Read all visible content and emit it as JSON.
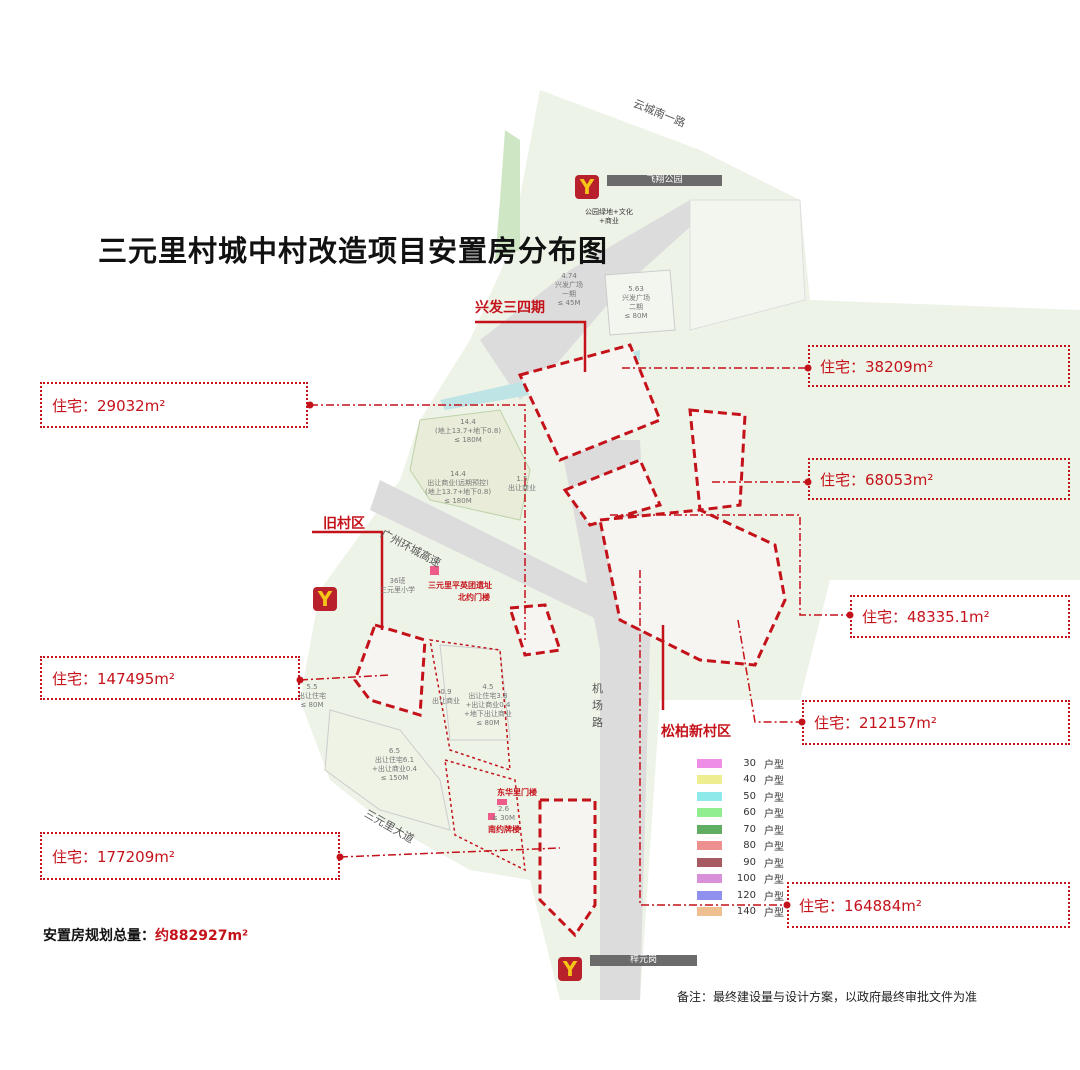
{
  "title": "三元里村城中村改造项目安置房分布图",
  "zones": {
    "xingfa": "兴发三四期",
    "old_village": "旧村区",
    "songbai": "松柏新村区"
  },
  "roads": {
    "yuncheng": "云城南一路",
    "ring_expressway": "广州环城高速",
    "airport_road": "机场路",
    "sanyuanli_avenue": "三元里大道"
  },
  "metro_stations": {
    "north": "飞翔公园",
    "south": "梓元岗"
  },
  "map_notes": {
    "park": "公园绿地+文化\n+商业",
    "plot_474": "4.74\n兴发广场\n一期\n≤ 45M",
    "plot_563": "5.63\n兴发广场\n二期\n≤ 80M",
    "plot_144a": "14.4\n(地上13.7+地下0.8)\n≤ 180M",
    "plot_144b": "14.4\n出让商业(远期预控)\n(地上13.7+地下0.8)\n≤ 180M",
    "plot_15": "1.5\n出让商业",
    "school": "36班\n三元里小学",
    "plot_55": "5.5\n出让住宅\n≤ 80M",
    "plot_09": "0.9\n出让商业",
    "plot_45": "4.5\n出让住宅3.8\n+出让商业0.4\n+地下出让商业\n≤ 80M",
    "plot_65": "6.5\n出让住宅6.1\n+出让商业0.4\n≤ 150M",
    "plot_26": "2.6\n≤ 30M",
    "landmark_1": "三元里平英团遗址",
    "landmark_2": "北约门楼",
    "landmark_3": "东华里门楼",
    "landmark_4": "南约牌楼"
  },
  "residential_labels": [
    {
      "label": "住宅：29032m²"
    },
    {
      "label": "住宅：38209m²"
    },
    {
      "label": "住宅：68053m²"
    },
    {
      "label": "住宅：48335.1m²"
    },
    {
      "label": "住宅：147495m²"
    },
    {
      "label": "住宅：212157m²"
    },
    {
      "label": "住宅：177209m²"
    },
    {
      "label": "住宅：164884m²"
    }
  ],
  "legend": [
    {
      "num": "30",
      "unit": "户型",
      "color": "#ee8ee6"
    },
    {
      "num": "40",
      "unit": "户型",
      "color": "#eeee90"
    },
    {
      "num": "50",
      "unit": "户型",
      "color": "#8eeaea"
    },
    {
      "num": "60",
      "unit": "户型",
      "color": "#90ee90"
    },
    {
      "num": "70",
      "unit": "户型",
      "color": "#5fae62"
    },
    {
      "num": "80",
      "unit": "户型",
      "color": "#ee9090"
    },
    {
      "num": "90",
      "unit": "户型",
      "color": "#a85a62"
    },
    {
      "num": "100",
      "unit": "户型",
      "color": "#d890d8"
    },
    {
      "num": "120",
      "unit": "户型",
      "color": "#9090ee"
    },
    {
      "num": "140",
      "unit": "户型",
      "color": "#eec090"
    }
  ],
  "total": {
    "label": "安置房规划总量：",
    "value": "约882927m²"
  },
  "note": "备注：最终建设量与设计方案，以政府最终审批文件为准",
  "colors": {
    "accent": "#c4121a",
    "green": "#eef4e6",
    "road": "#dcdcdc"
  }
}
